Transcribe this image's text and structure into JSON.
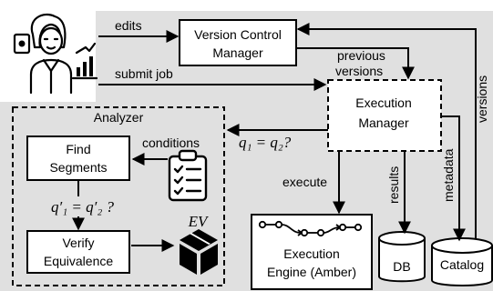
{
  "nodes": {
    "vcm": {
      "line1": "Version Control",
      "line2": "Manager"
    },
    "em": {
      "line1": "Execution",
      "line2": "Manager"
    },
    "analyzer": {
      "title": "Analyzer"
    },
    "find": {
      "line1": "Find",
      "line2": "Segments"
    },
    "verify": {
      "line1": "Verify",
      "line2": "Equivalence"
    },
    "engine": {
      "line1": "Execution",
      "line2": "Engine (Amber)"
    },
    "db": {
      "label": "DB"
    },
    "catalog": {
      "label": "Catalog"
    },
    "ev": {
      "label": "EV"
    }
  },
  "edges": {
    "edits": "edits",
    "submit_job": "submit job",
    "previous_versions_1": "previous",
    "previous_versions_2": "versions",
    "versions": "versions",
    "conditions": "conditions",
    "q_equal": "q₁ = q₂?",
    "q_prime": "q′₁ = q′₂ ?",
    "execute": "execute",
    "results": "results",
    "metadata": "metadata"
  },
  "icons": {
    "user": "data-scientist-icon",
    "clipboard": "checklist-clipboard-icon",
    "cube": "ev-cube-icon",
    "workflow": "workflow-pipeline-icon"
  }
}
